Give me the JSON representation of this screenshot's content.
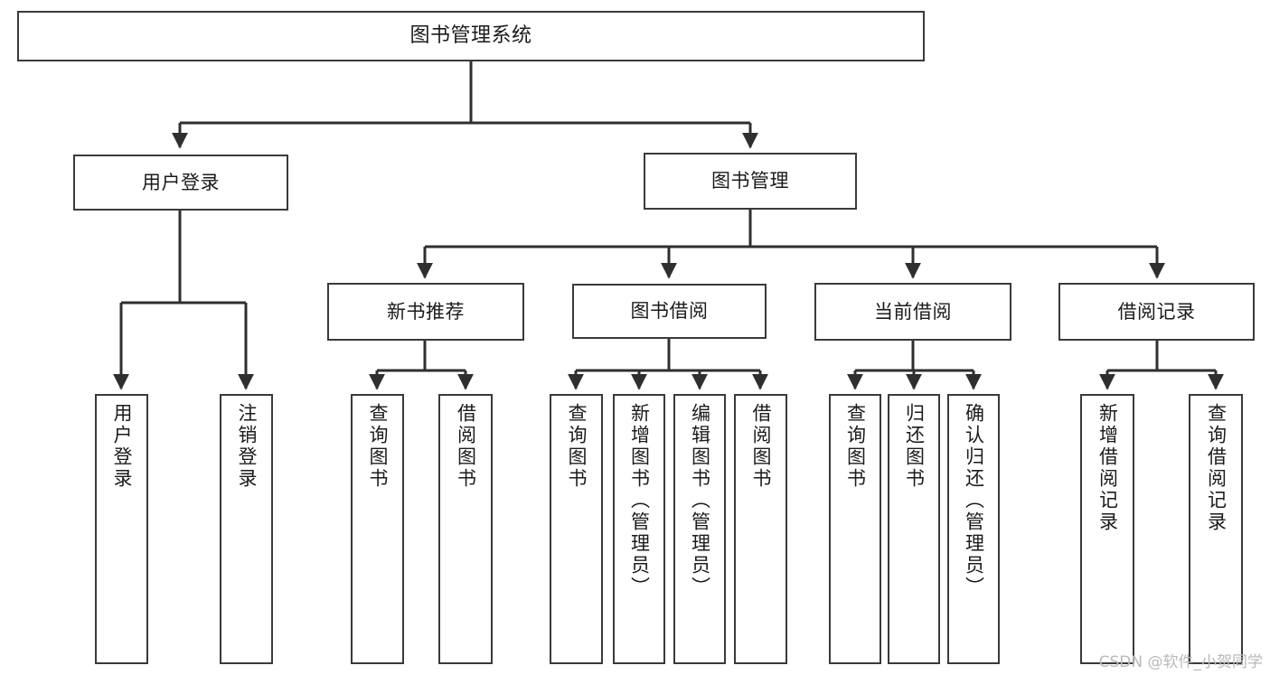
{
  "diagram": {
    "type": "tree-hierarchy",
    "title": "图书管理系统",
    "watermark": "CSDN @软件_小贺同学",
    "colors": {
      "box_border": "#3a3a3a",
      "box_fill": "#ffffff",
      "edge": "#2f2f2f",
      "text": "#1b1b1b",
      "watermark": "#b9b9b9",
      "background": "#ffffff"
    },
    "nodes": {
      "root": {
        "label": "图书管理系统"
      },
      "level1": [
        {
          "id": "user-login",
          "label": "用户登录"
        },
        {
          "id": "book-manage",
          "label": "图书管理"
        }
      ],
      "level2": [
        {
          "id": "new-book-recommend",
          "label": "新书推荐"
        },
        {
          "id": "book-borrow",
          "label": "图书借阅"
        },
        {
          "id": "current-borrow",
          "label": "当前借阅"
        },
        {
          "id": "borrow-record",
          "label": "借阅记录"
        }
      ],
      "leaves": {
        "user-login": [
          {
            "id": "leaf-user-login",
            "label": "用户登录"
          },
          {
            "id": "leaf-logout",
            "label": "注销登录"
          }
        ],
        "new-book-recommend": [
          {
            "id": "leaf-query-book-1",
            "label": "查询图书"
          },
          {
            "id": "leaf-borrow-book-1",
            "label": "借阅图书"
          }
        ],
        "book-borrow": [
          {
            "id": "leaf-query-book-2",
            "label": "查询图书"
          },
          {
            "id": "leaf-add-book",
            "label": "新增图书（管理员）"
          },
          {
            "id": "leaf-edit-book",
            "label": "编辑图书（管理员）"
          },
          {
            "id": "leaf-borrow-book-2",
            "label": "借阅图书"
          }
        ],
        "current-borrow": [
          {
            "id": "leaf-query-book-3",
            "label": "查询图书"
          },
          {
            "id": "leaf-return-book",
            "label": "归还图书"
          },
          {
            "id": "leaf-confirm-return",
            "label": "确认归还（管理员）"
          }
        ],
        "borrow-record": [
          {
            "id": "leaf-add-record",
            "label": "新增借阅记录"
          },
          {
            "id": "leaf-query-record",
            "label": "查询借阅记录"
          }
        ]
      }
    }
  }
}
